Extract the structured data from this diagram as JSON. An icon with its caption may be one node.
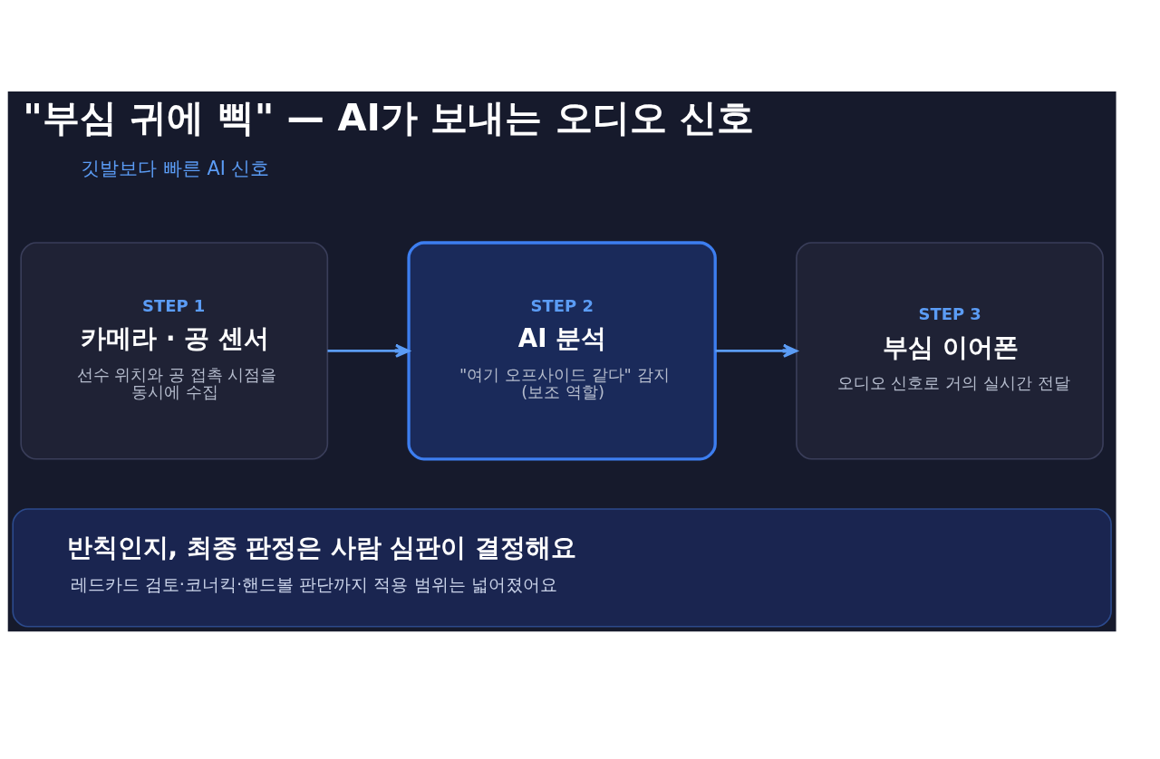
{
  "diagram": {
    "title": "\"부심 귀에 삑\" — AI가 보내는 오디오 신호",
    "nodes": [
      {
        "text": [
          "STEP 1",
          "카메라 · 공 센서",
          "선수 위치와 공 접촉 시점을 동시에 수집"
        ]
      },
      {
        "text": [
          "STEP 2",
          "AI 분석",
          "\"여기 오프사이드 같다\" 감지 (보조 역할)"
        ]
      },
      {
        "text": [
          "STEP 3",
          "부심 이어폰",
          "오디오 신호로 거의 실시간 전달"
        ]
      },
      {
        "text": [
          "반칙인지, 최종 판정은 사람 심판이 결정해요",
          "레드카드 검토·코너킥·핸드볼 판단까지 적용 범위는 넓어졌어요"
        ]
      }
    ],
    "edges": [
      {
        "from": 0,
        "to": 1,
        "arrow": "to"
      },
      {
        "from": 1,
        "to": 2,
        "arrow": "to"
      }
    ],
    "labels": [
      "깃발보다 빠른 AI 신호"
    ]
  }
}
